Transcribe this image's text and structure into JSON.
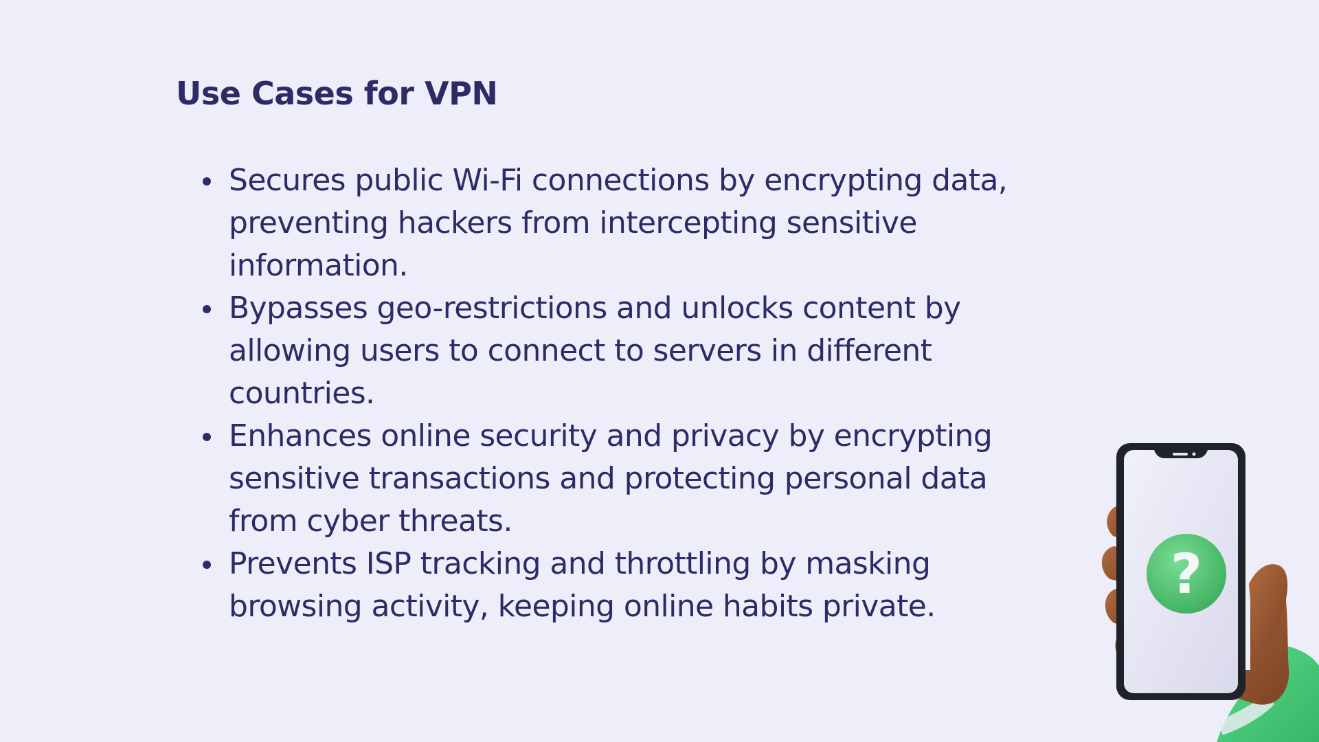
{
  "slide": {
    "title": "Use Cases for VPN",
    "bullets": [
      "Secures public Wi-Fi connections by encrypting data, preventing hackers from intercepting sensitive information.",
      "Bypasses geo-restrictions and unlocks content by allowing users to connect to servers in different countries.",
      "Enhances online security and privacy by encrypting sensitive transactions and protecting personal data from cyber threats.",
      "Prevents ISP tracking and throttling by masking browsing activity, keeping online habits private."
    ]
  },
  "illustration": {
    "icon": "question-mark-icon",
    "colors": {
      "background": "#eeeefa",
      "text": "#2d2a66",
      "skin": "#9a5a35",
      "sleeve": "#4fcc7d",
      "badge": "#58c878",
      "phone_frame": "#1f2228",
      "phone_screen": "#e6e6f4"
    }
  }
}
